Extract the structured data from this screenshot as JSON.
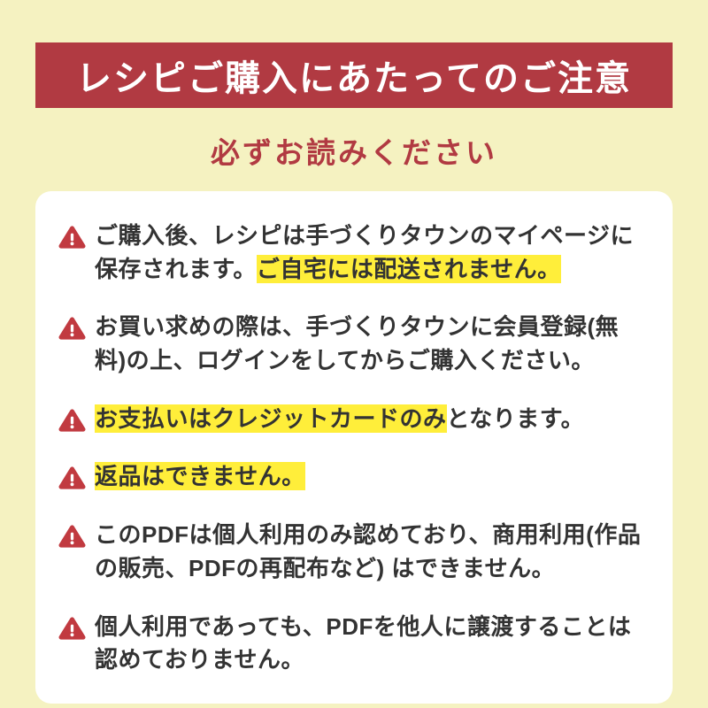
{
  "header": {
    "title": "レシピご購入にあたってのご注意",
    "subtitle": "必ずお読みください"
  },
  "icons": {
    "notice_bullet": "warning-triangle-icon"
  },
  "colors": {
    "background": "#f5f2c1",
    "banner_red": "#b13a42",
    "subtitle_red": "#b13a42",
    "highlight_yellow": "#ffee3a",
    "warning_icon_red": "#c13a40",
    "card_white": "#ffffff",
    "text": "#333333"
  },
  "notices": [
    {
      "segments": [
        {
          "text": "ご購入後、レシピは手づくりタウンのマイページに保存されます。",
          "highlight": false
        },
        {
          "text": "ご自宅には配送されません。",
          "highlight": true
        }
      ]
    },
    {
      "segments": [
        {
          "text": "お買い求めの際は、手づくりタウンに会員登録(無料)の上、ログインをしてからご購入ください。",
          "highlight": false
        }
      ]
    },
    {
      "segments": [
        {
          "text": "お支払いはクレジットカードのみ",
          "highlight": true
        },
        {
          "text": "となります。",
          "highlight": false
        }
      ]
    },
    {
      "segments": [
        {
          "text": "返品はできません。",
          "highlight": true
        }
      ]
    },
    {
      "segments": [
        {
          "text": "このPDFは個人利用のみ認めており、商用利用(作品の販売、PDFの再配布など) はできません。",
          "highlight": false
        }
      ]
    },
    {
      "segments": [
        {
          "text": "個人利用であっても、PDFを他人に譲渡することは認めておりません。",
          "highlight": false
        }
      ]
    }
  ]
}
